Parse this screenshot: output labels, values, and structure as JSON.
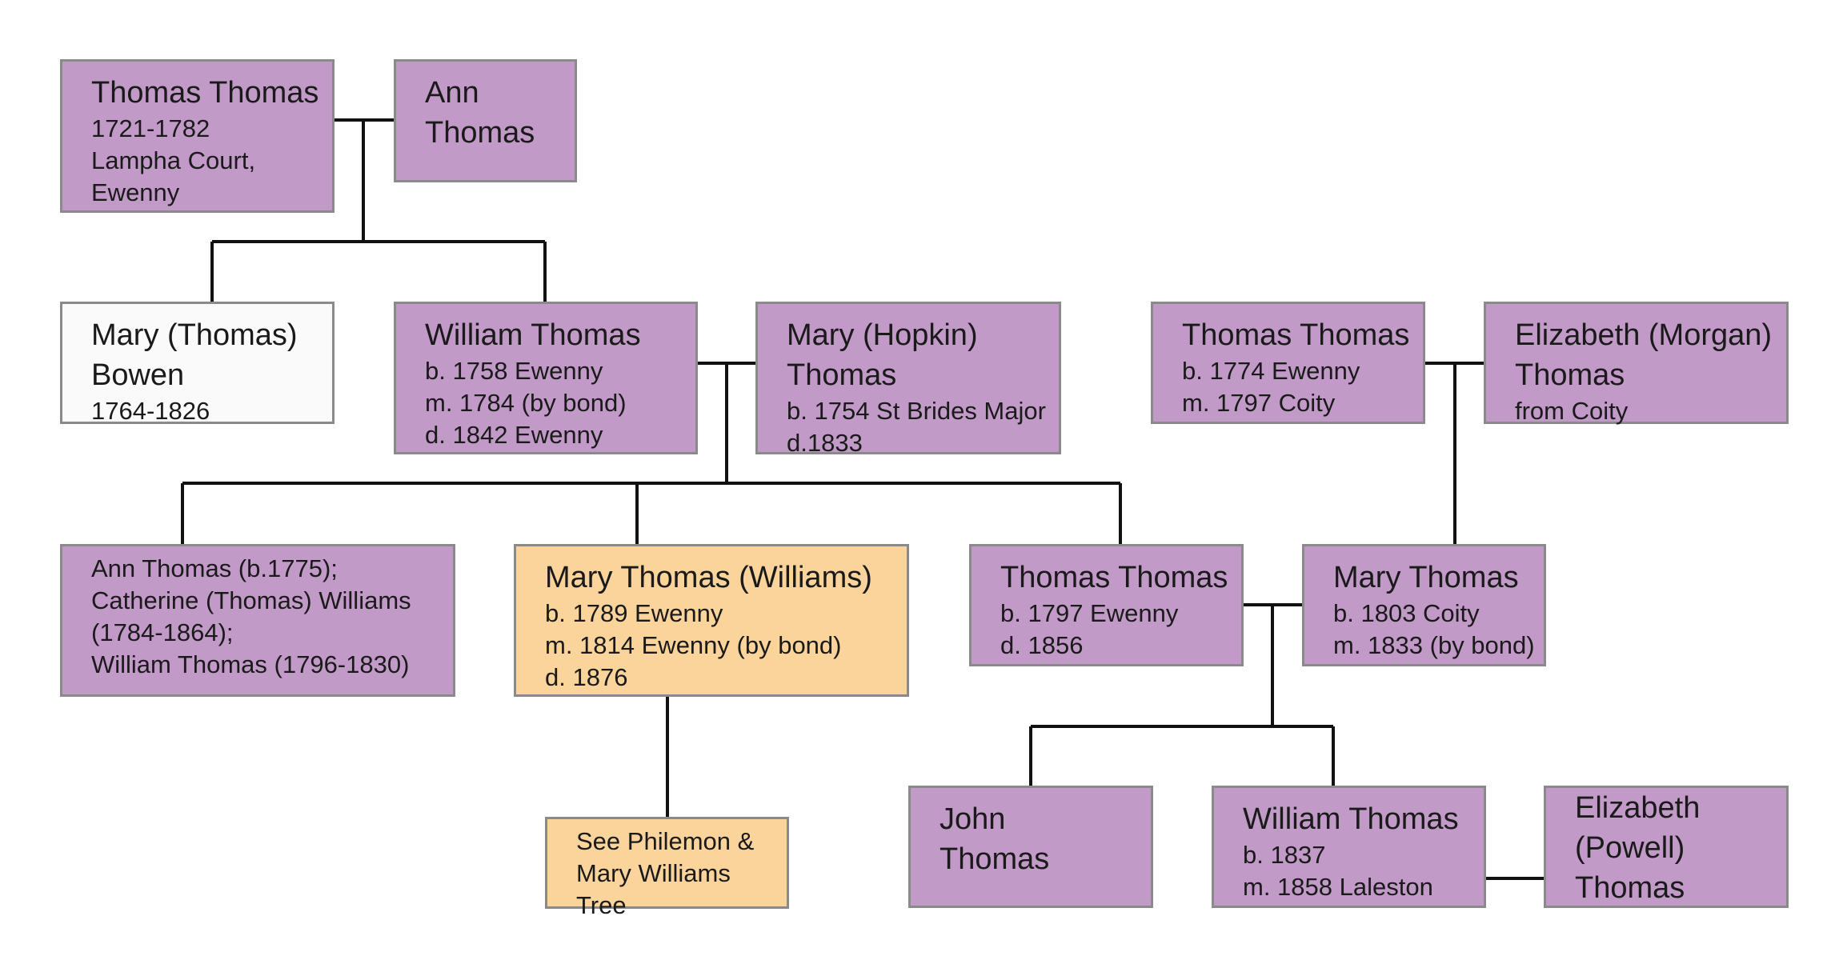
{
  "people": {
    "thomas_thomas_1721": {
      "name": "Thomas Thomas",
      "lines": [
        "1721-1782",
        "Lampha Court,",
        "Ewenny"
      ]
    },
    "ann_thomas": {
      "name": "Ann\nThomas",
      "lines": []
    },
    "mary_bowen": {
      "name": "Mary (Thomas)\nBowen",
      "lines": [
        "1764-1826"
      ]
    },
    "william_thomas_1758": {
      "name": "William Thomas",
      "lines": [
        "b. 1758 Ewenny",
        "m. 1784 (by bond)",
        "d. 1842 Ewenny"
      ]
    },
    "mary_hopkin": {
      "name": "Mary (Hopkin)\nThomas",
      "lines": [
        "b. 1754 St Brides Major",
        "d.1833"
      ]
    },
    "thomas_thomas_1774": {
      "name": "Thomas Thomas",
      "lines": [
        "b. 1774 Ewenny",
        "m. 1797 Coity"
      ]
    },
    "elizabeth_morgan": {
      "name": "Elizabeth (Morgan)\nThomas",
      "lines": [
        "from Coity"
      ]
    },
    "siblings": {
      "name": "",
      "lines": [
        "Ann Thomas (b.1775);",
        "Catherine (Thomas) Williams",
        "(1784-1864);",
        "William Thomas (1796-1830)"
      ]
    },
    "mary_thomas_williams": {
      "name": "Mary Thomas (Williams)",
      "lines": [
        "b. 1789 Ewenny",
        "m. 1814 Ewenny (by bond)",
        "d. 1876"
      ]
    },
    "thomas_thomas_1797": {
      "name": "Thomas Thomas",
      "lines": [
        "b. 1797 Ewenny",
        "d. 1856"
      ]
    },
    "mary_thomas_1803": {
      "name": "Mary Thomas",
      "lines": [
        "b. 1803 Coity",
        "m. 1833 (by bond)"
      ]
    },
    "see_philemon": {
      "name": "",
      "lines": [
        "See Philemon &",
        "Mary Williams Tree"
      ]
    },
    "john_thomas": {
      "name": "John\nThomas",
      "lines": []
    },
    "william_thomas_1837": {
      "name": "William Thomas",
      "lines": [
        "b. 1837",
        "m. 1858 Laleston"
      ]
    },
    "elizabeth_powell": {
      "name": "Elizabeth\n(Powell)\nThomas",
      "lines": []
    }
  },
  "colors": {
    "default": "#c29ac8",
    "unrelated": "#fafafa",
    "highlight": "#fbd49c",
    "border": "#8a8a8a"
  }
}
